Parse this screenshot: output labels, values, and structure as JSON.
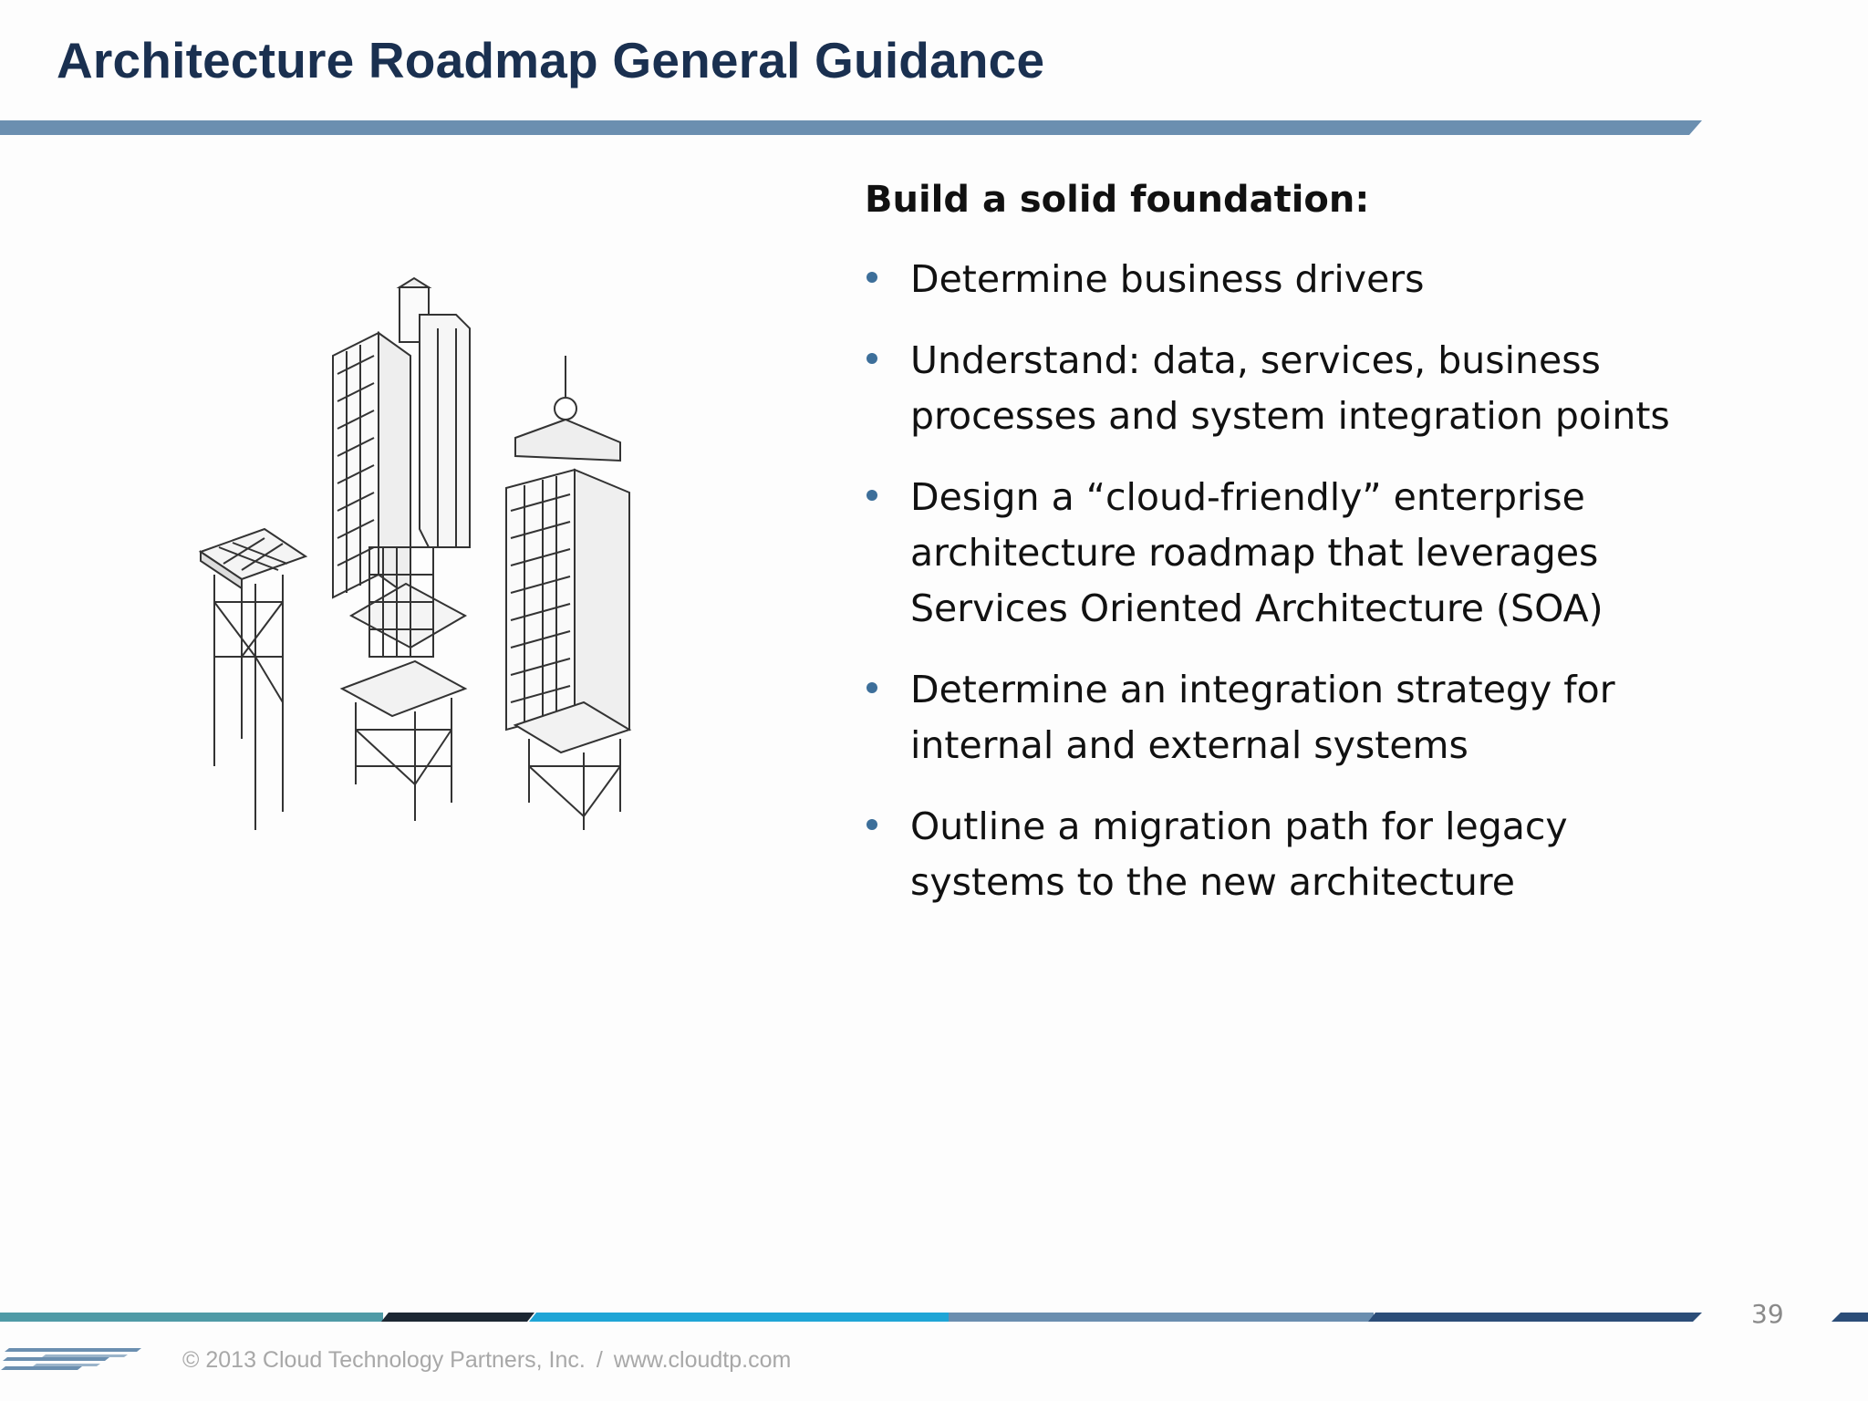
{
  "slide": {
    "title": "Architecture Roadmap General Guidance",
    "page_number": "39"
  },
  "content": {
    "heading": "Build a solid foundation:",
    "bullets": [
      "Determine business drivers",
      "Understand: data, services, business processes and system integration points",
      "Design a “cloud-friendly” enterprise architecture roadmap that leverages Services Oriented Architecture (SOA)",
      "Determine an integration strategy for internal and external systems",
      "Outline a migration path for legacy systems to the new architecture"
    ]
  },
  "footer": {
    "copyright": "© 2013 Cloud Technology Partners, Inc.",
    "separator": "/",
    "website": "www.cloudtp.com"
  },
  "illustration": {
    "icon": "isometric-building-tower-drawing"
  },
  "colors": {
    "title": "#1a3050",
    "title_rule": "#6b8fb0",
    "bullet": "#3d6f9a",
    "footer_teal": "#4f9aa6",
    "footer_black": "#1c2733",
    "footer_cyan": "#1fa5d6",
    "footer_steel": "#6a8eaf",
    "footer_navy": "#2b4d78"
  }
}
